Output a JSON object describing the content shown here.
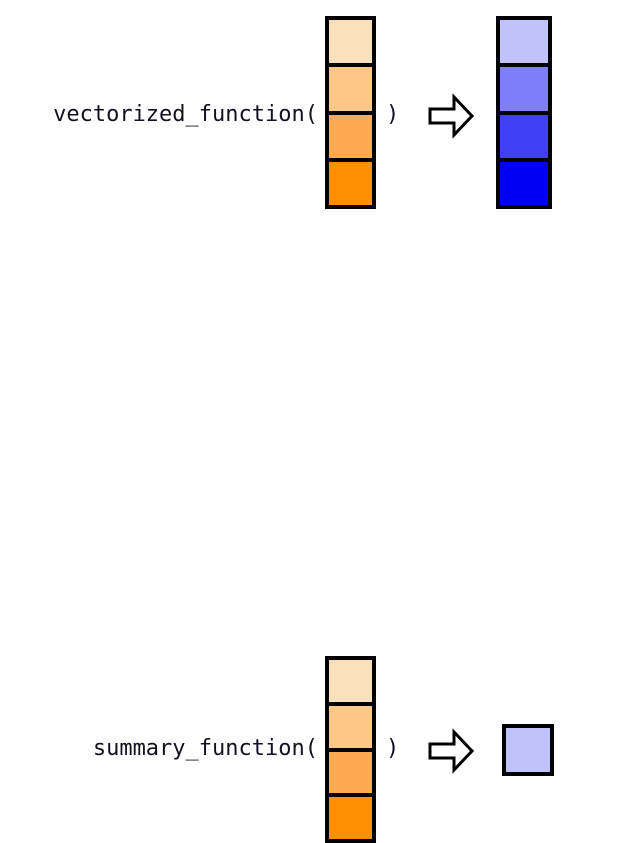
{
  "figure": {
    "title": "vectorized function vs summary function diagram",
    "background_color": "#ffffff",
    "border_color": "#000000",
    "text_color": "#111122"
  },
  "palette": {
    "orange_scale": [
      "#fce0be",
      "#fcc887",
      "#fdaa52",
      "#fd9003"
    ],
    "blue_scale": [
      "#c2c2fa",
      "#7f7ff9",
      "#3f3ff6",
      "#0000f5"
    ],
    "arrow_fill": "#ffffff",
    "arrow_stroke": "#000000"
  },
  "rows": [
    {
      "id": "vectorized",
      "label_open": "vectorized_function(",
      "label_close": ")",
      "arrow": "right-arrow-icon",
      "input": {
        "kind": "vector",
        "length": 4,
        "cell_colors": [
          "#fce0be",
          "#fcc887",
          "#fdaa52",
          "#fd9003"
        ]
      },
      "output": {
        "kind": "vector",
        "length": 4,
        "cell_colors": [
          "#c2c2fa",
          "#7f7ff9",
          "#3f3ff6",
          "#0000f5"
        ]
      }
    },
    {
      "id": "summary",
      "label_open": "summary_function(",
      "label_close": ")",
      "arrow": "right-arrow-icon",
      "input": {
        "kind": "vector",
        "length": 4,
        "cell_colors": [
          "#fce0be",
          "#fcc887",
          "#fdaa52",
          "#fd9003"
        ]
      },
      "output": {
        "kind": "scalar",
        "length": 1,
        "cell_colors": [
          "#c2c2fa"
        ]
      }
    }
  ]
}
